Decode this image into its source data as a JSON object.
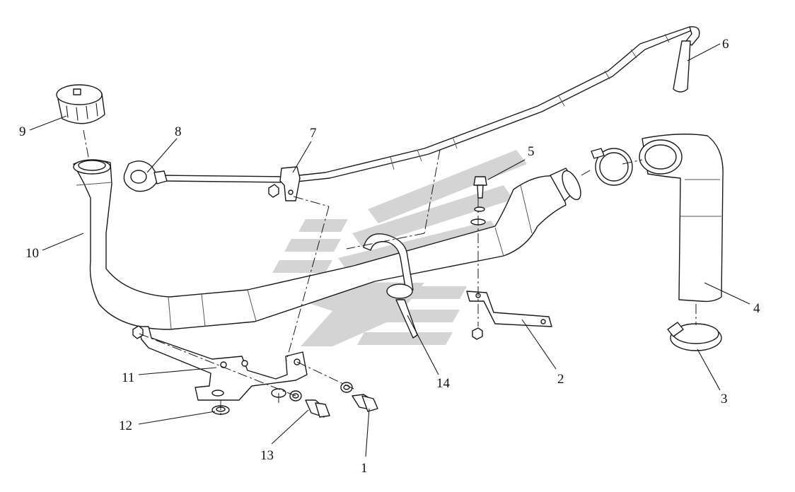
{
  "diagram": {
    "callouts": [
      {
        "id": "1",
        "label": "1"
      },
      {
        "id": "2",
        "label": "2"
      },
      {
        "id": "3",
        "label": "3"
      },
      {
        "id": "4",
        "label": "4"
      },
      {
        "id": "5",
        "label": "5"
      },
      {
        "id": "6",
        "label": "6"
      },
      {
        "id": "7",
        "label": "7"
      },
      {
        "id": "8",
        "label": "8"
      },
      {
        "id": "9",
        "label": "9"
      },
      {
        "id": "10",
        "label": "10"
      },
      {
        "id": "11",
        "label": "11"
      },
      {
        "id": "12",
        "label": "12"
      },
      {
        "id": "13",
        "label": "13"
      },
      {
        "id": "14",
        "label": "14"
      }
    ],
    "colors": {
      "line": "#1a1a1a",
      "watermark": "#d4d4d4",
      "background": "#ffffff"
    }
  }
}
